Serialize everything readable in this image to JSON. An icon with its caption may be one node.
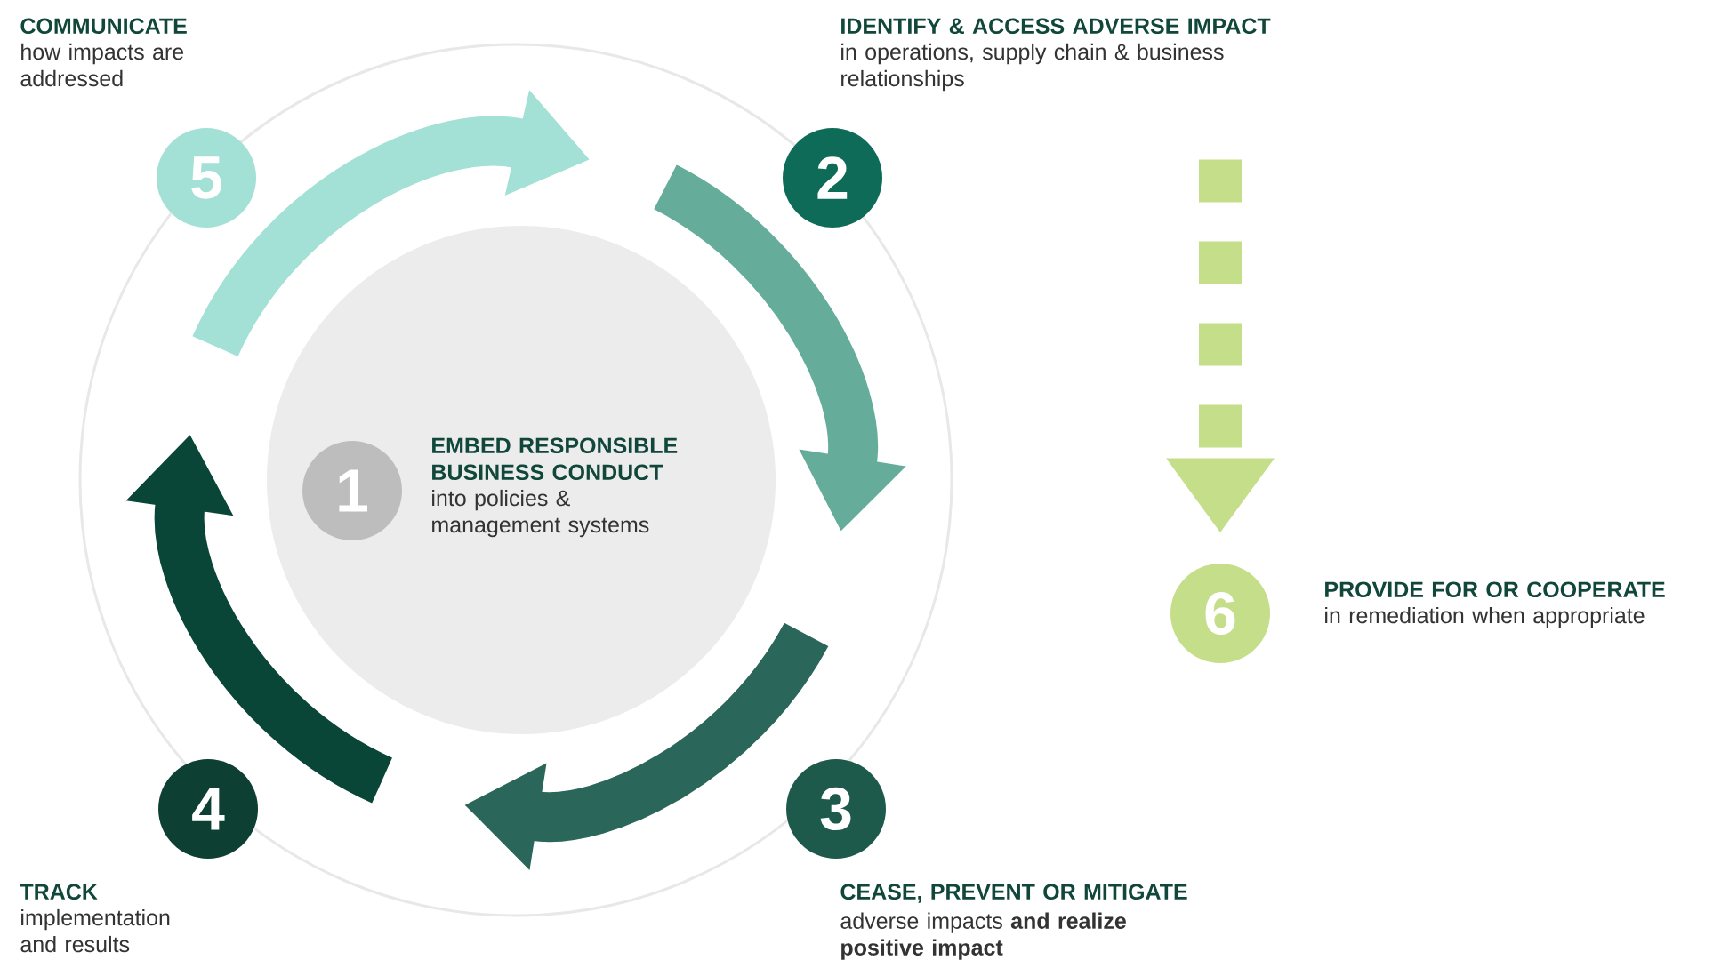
{
  "diagram": {
    "nodes": [
      {
        "text": [
          "1"
        ],
        "beside": [
          "EMBED RESPONSIBLE BUSINESS CONDUCT",
          "into policies & management systems"
        ]
      },
      {
        "text": [
          "2"
        ],
        "beside": [
          "IDENTIFY & ACCESS ADVERSE IMPACT",
          "in operations, supply chain & business relationships"
        ]
      },
      {
        "text": [
          "3"
        ],
        "beside": [
          "CEASE, PREVENT OR MITIGATE",
          "adverse impacts **and realize positive impact**"
        ]
      },
      {
        "text": [
          "4"
        ],
        "beside": [
          "TRACK",
          "implementation and results"
        ]
      },
      {
        "text": [
          "5"
        ],
        "beside": [
          "COMMUNICATE",
          "how impacts are addressed"
        ]
      },
      {
        "text": [
          "6"
        ],
        "beside": [
          "PROVIDE FOR OR COOPERATE",
          "in remediation when appropriate"
        ]
      }
    ],
    "edges": [
      {
        "from": null,
        "to": 5,
        "arrow": "to",
        "style": "dashed",
        "color": "#c5de8a"
      }
    ]
  }
}
